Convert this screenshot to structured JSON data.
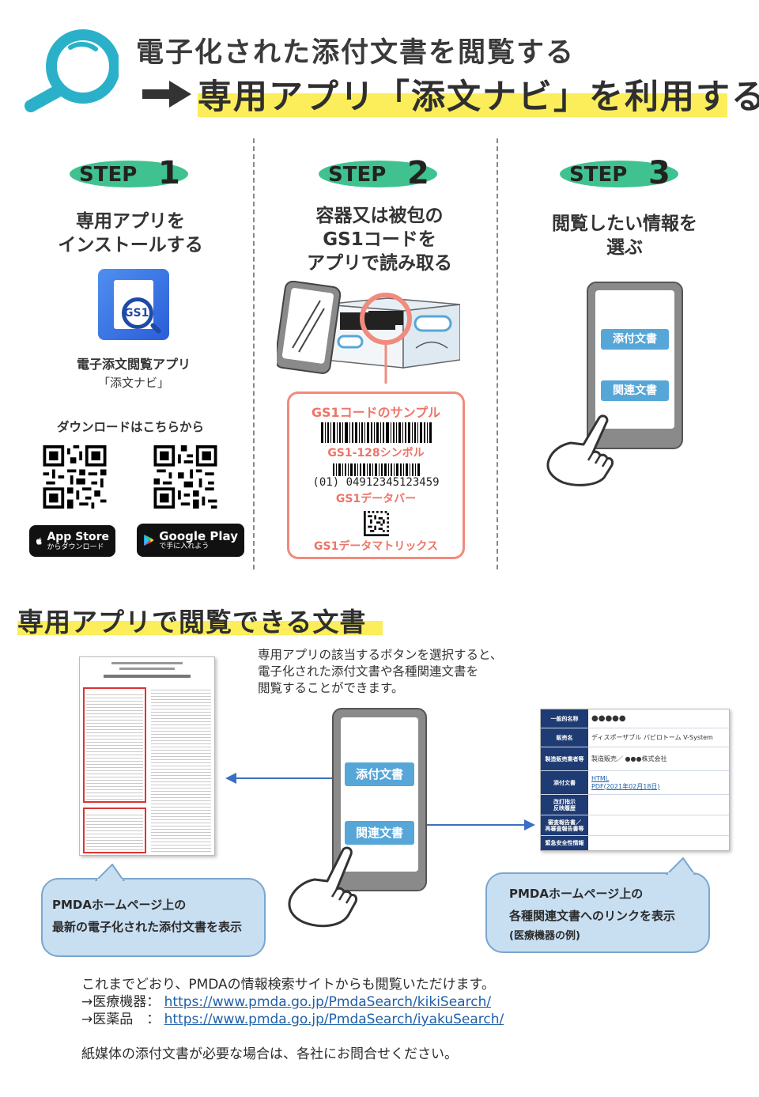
{
  "header": {
    "line1": "電子化された添付文書を閲覧する",
    "line2": "専用アプリ「添文ナビ」を利用する"
  },
  "steps": [
    {
      "badge_word": "STEP",
      "badge_num": "1",
      "title_lines": [
        "専用アプリを",
        "インストールする"
      ]
    },
    {
      "badge_word": "STEP",
      "badge_num": "2",
      "title_lines": [
        "容器又は被包の",
        "GS1コードを",
        "アプリで読み取る"
      ]
    },
    {
      "badge_word": "STEP",
      "badge_num": "3",
      "title_lines": [
        "閲覧したい情報を",
        "選ぶ"
      ]
    }
  ],
  "step1": {
    "app_icon_text": "GS1",
    "app_name_line1": "電子添文閲覧アプリ",
    "app_name_line2": "「添文ナビ」",
    "download_label": "ダウンロードはこちらから",
    "app_store_big": "App Store",
    "app_store_small": "からダウンロード",
    "google_play_big": "Google Play",
    "google_play_small": "で手に入れよう"
  },
  "step2": {
    "sample_title": "GS1コードのサンプル",
    "gs1_128_label": "GS1-128シンボル",
    "databar_number": "(01) 04912345123459",
    "databar_label": "GS1データバー",
    "datamatrix_label": "GS1データマトリックス"
  },
  "step3": {
    "button_docs": "添付文書",
    "button_related": "関連文書"
  },
  "section2": {
    "title": "専用アプリで閲覧できる文書",
    "description_lines": [
      "専用アプリの該当するボタンを選択すると、",
      "電子化された添付文書や各種関連文書を",
      "閲覧することができます。"
    ],
    "phone_button_docs": "添付文書",
    "phone_button_related": "関連文書",
    "bubble_left_lines": [
      "PMDAホームページ上の",
      "最新の電子化された添付文書を表示"
    ],
    "bubble_right_lines": [
      "PMDAホームページ上の",
      "各種関連文書へのリンクを表示"
    ],
    "bubble_right_note": "(医療機器の例)",
    "table": [
      {
        "header": "一般的名称",
        "value": "●●●●●"
      },
      {
        "header": "販売名",
        "value": "ディスポーザブル パピロトーム V-System"
      },
      {
        "header": "製造販売業者等",
        "value": "製造販売／ ●●●株式会社"
      },
      {
        "header": "添付文書",
        "value": "HTML",
        "value2": "PDF(2021年02月18日)"
      },
      {
        "header": "改訂指示\n反映履歴",
        "value": ""
      },
      {
        "header": "審査報告書／\n再審査報告書等",
        "value": ""
      },
      {
        "header": "緊急安全性情報",
        "value": ""
      }
    ]
  },
  "footer": {
    "intro": "これまでどおり、PMDAの情報検索サイトからも閲覧いただけます。",
    "device_label": "→医療機器：",
    "device_url": "https://www.pmda.go.jp/PmdaSearch/kikiSearch/",
    "drug_label": "→医薬品　：",
    "drug_url": "https://www.pmda.go.jp/PmdaSearch/iyakuSearch/",
    "paper_note": "紙媒体の添付文書が必要な場合は、各社にお問合せください。"
  },
  "colors": {
    "accent_yellow": "#fbee5a",
    "step_green": "#3fc28f",
    "magnifier_teal": "#2ab1c9",
    "gs1_red": "#ee7466",
    "button_blue": "#56a7d8",
    "link_blue": "#1e5fa8"
  },
  "icons": [
    "magnifier-icon",
    "arrow-right-icon",
    "apple-icon",
    "google-play-icon",
    "hand-pointer-icon"
  ]
}
